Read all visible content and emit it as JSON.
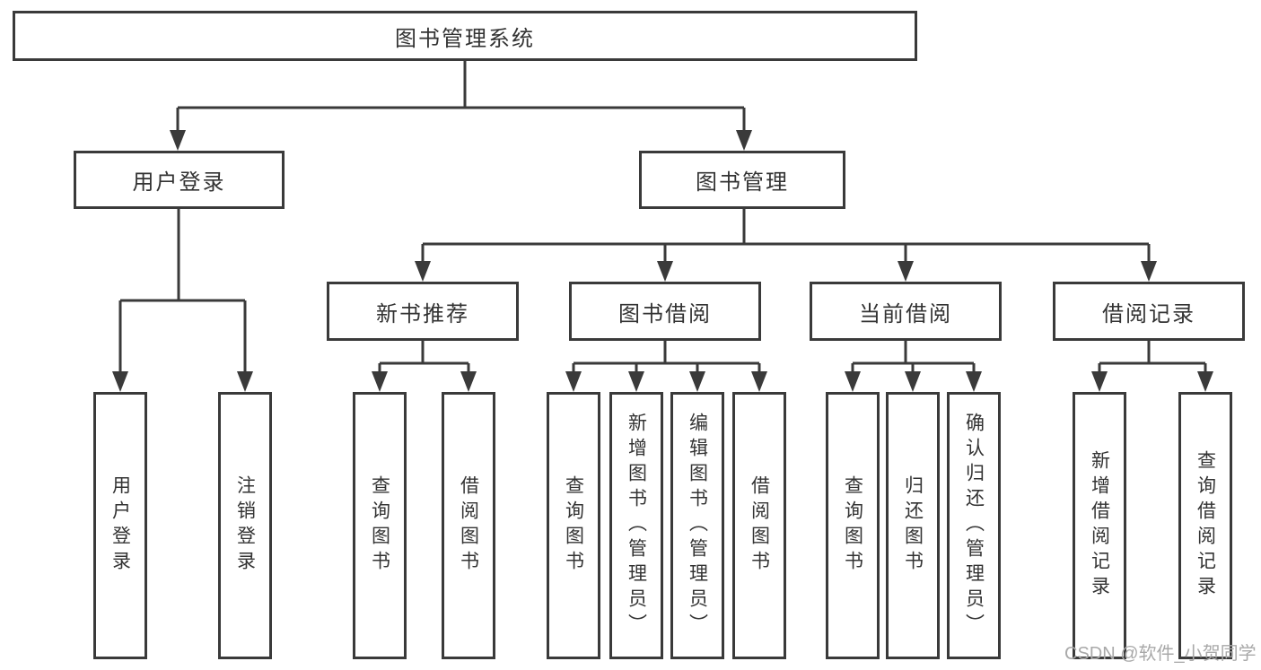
{
  "diagram": {
    "root": "图书管理系统",
    "branches": [
      {
        "label": "用户登录",
        "children": [
          "用户登录",
          "注销登录"
        ]
      },
      {
        "label": "图书管理",
        "sections": [
          {
            "label": "新书推荐",
            "children": [
              "查询图书",
              "借阅图书"
            ]
          },
          {
            "label": "图书借阅",
            "children": [
              "查询图书",
              "新增图书（管理员）",
              "编辑图书（管理员）",
              "借阅图书"
            ]
          },
          {
            "label": "当前借阅",
            "children": [
              "查询图书",
              "归还图书",
              "确认归还（管理员）"
            ]
          },
          {
            "label": "借阅记录",
            "children": [
              "新增借阅记录",
              "查询借阅记录"
            ]
          }
        ]
      }
    ]
  },
  "watermark": "CSDN @软件_小贺同学",
  "colors": {
    "line": "#3a3a3a",
    "text": "#333333",
    "background": "#ffffff",
    "watermark": "#a9a9a9"
  }
}
